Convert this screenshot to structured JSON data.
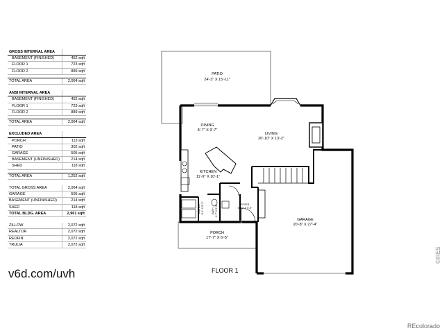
{
  "area_table": {
    "sections": [
      {
        "header": "GROSS INTERNAL AREA",
        "rows": [
          {
            "label": "BASEMENT (FINISHED)",
            "value": "452 sqft"
          },
          {
            "label": "FLOOR 1",
            "value": "723 sqft"
          },
          {
            "label": "FLOOR 2",
            "value": "889 sqft"
          }
        ],
        "total": {
          "label": "TOTAL AREA",
          "value": "2,064 sqft"
        }
      },
      {
        "header": "ANSI INTERNAL AREA",
        "rows": [
          {
            "label": "BASEMENT (FINISHED)",
            "value": "452 sqft"
          },
          {
            "label": "FLOOR 1",
            "value": "723 sqft"
          },
          {
            "label": "FLOOR 2",
            "value": "889 sqft"
          }
        ],
        "total": {
          "label": "TOTAL AREA",
          "value": "2,064 sqft"
        }
      },
      {
        "header": "EXCLUDED AREA",
        "rows": [
          {
            "label": "PORCH",
            "value": "113 sqft"
          },
          {
            "label": "PATIO",
            "value": "302 sqft"
          },
          {
            "label": "GARAGE",
            "value": "505 sqft"
          },
          {
            "label": "BASEMENT (UNFINISHED)",
            "value": "214 sqft"
          },
          {
            "label": "SHED",
            "value": "118 sqft"
          }
        ],
        "total": {
          "label": "TOTAL AREA",
          "value": "1,252 sqft"
        }
      },
      {
        "header": "",
        "rows": [
          {
            "label": "TOTAL GROSS AREA",
            "value": "2,064 sqft"
          },
          {
            "label": "GARAGE",
            "value": "505 sqft"
          },
          {
            "label": "BASEMENT (UNFINISHED)",
            "value": "214 sqft"
          },
          {
            "label": "SHED",
            "value": "118 sqft"
          }
        ],
        "total": {
          "label": "TOTAL BLDG. AREA",
          "value": "2,901 sqft",
          "bold": true
        }
      },
      {
        "header": "",
        "rows": [
          {
            "label": "ZILLOW",
            "value": "2,072 sqft"
          },
          {
            "label": "REALTOR",
            "value": "2,072 sqft"
          },
          {
            "label": "REDFIN",
            "value": "2,072 sqft"
          },
          {
            "label": "TRULIA",
            "value": "2,072 sqft"
          }
        ],
        "total": null
      }
    ]
  },
  "link_text": "v6d.com/uvh",
  "floor_label": "FLOOR 1",
  "credit": "REcolorado",
  "watermark": "©IRES",
  "rooms": {
    "patio": {
      "name": "PATIO",
      "dims": "24'-3\" X 15'-11\""
    },
    "dining": {
      "name": "DINING",
      "dims": "8'-7\" X 9'-7\""
    },
    "living": {
      "name": "LIVING",
      "dims": "20'-10\" X 13'-2\""
    },
    "kitchen": {
      "name": "KITCHEN",
      "dims": "11'-9\" X 10'-1\""
    },
    "laundry": {
      "name": "LAUNDRY",
      "dims": "5'-4\" X 5'-2\""
    },
    "bath": {
      "name": "BATH",
      "dims": "4'-7\" X 5'-0\""
    },
    "foyer": {
      "name": "FOYER",
      "dims": "5'-10\" X 5'-9\""
    },
    "porch": {
      "name": "PORCH",
      "dims": "17'-7\" X 6'-5\""
    },
    "garage": {
      "name": "GARAGE",
      "dims": "20'-8\" X 27'-4\""
    }
  }
}
